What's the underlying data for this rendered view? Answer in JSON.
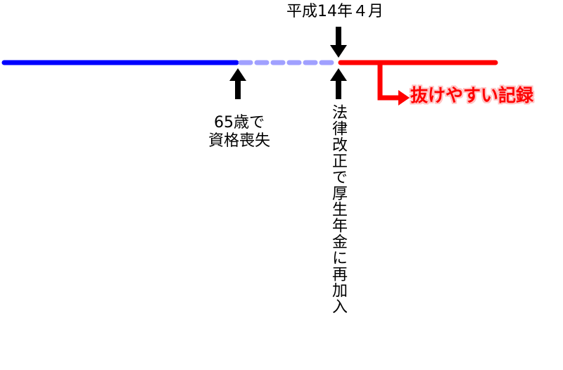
{
  "labels": {
    "date": "平成14年４月",
    "age_line1": "65歳で",
    "age_line2": "資格喪失",
    "law": "法律改正で厚生年金に再加入",
    "missing_record": "抜けやすい記録"
  },
  "colors": {
    "enrolled_line": "#0000ff",
    "gap_line": "#a0a0ff",
    "reenrolled_line": "#ff0000",
    "arrow": "#000000",
    "callout_text": "#ff0000",
    "callout_glow": "#ffc4c4"
  }
}
